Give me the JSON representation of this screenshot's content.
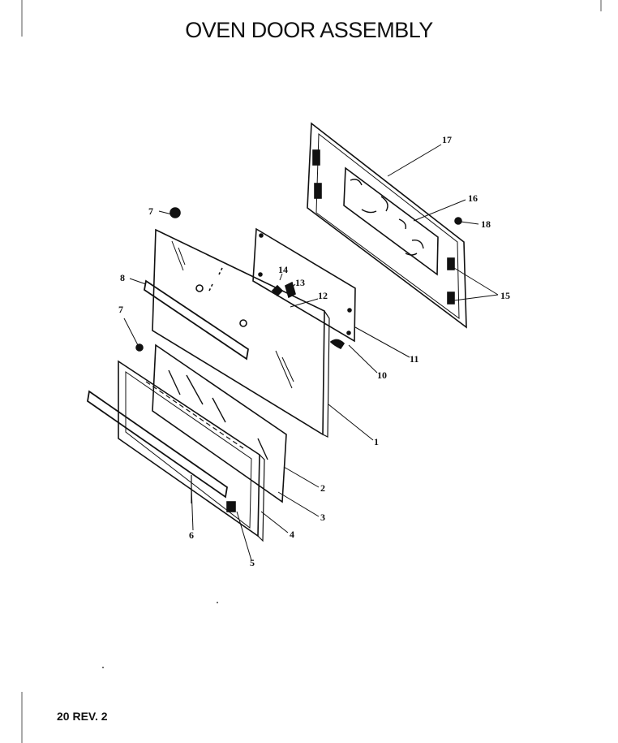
{
  "title": "OVEN DOOR ASSEMBLY",
  "footer": "20 REV. 2",
  "callouts": [
    {
      "id": "c1",
      "label": "1"
    },
    {
      "id": "c2",
      "label": "2"
    },
    {
      "id": "c3",
      "label": "3"
    },
    {
      "id": "c4",
      "label": "4"
    },
    {
      "id": "c5",
      "label": "5"
    },
    {
      "id": "c6",
      "label": "6"
    },
    {
      "id": "c7a",
      "label": "7"
    },
    {
      "id": "c7b",
      "label": "7"
    },
    {
      "id": "c8",
      "label": "8"
    },
    {
      "id": "c10",
      "label": "10"
    },
    {
      "id": "c11",
      "label": "11"
    },
    {
      "id": "c12",
      "label": "12"
    },
    {
      "id": "c13",
      "label": "13"
    },
    {
      "id": "c14",
      "label": "14"
    },
    {
      "id": "c15",
      "label": "15"
    },
    {
      "id": "c16",
      "label": "16"
    },
    {
      "id": "c17",
      "label": "17"
    },
    {
      "id": "c18",
      "label": "18"
    }
  ]
}
